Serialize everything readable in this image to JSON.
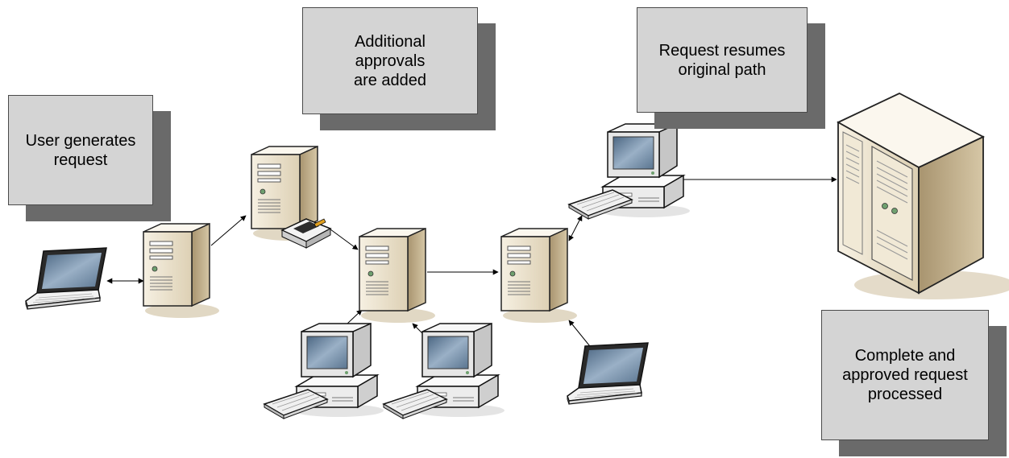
{
  "callouts": {
    "user": "User generates\nrequest",
    "additional": "Additional\napprovals\nare added",
    "resumes": "Request resumes\noriginal path",
    "complete": "Complete and\napproved request\nprocessed"
  },
  "colors": {
    "callout_fill": "#d4d4d4",
    "callout_shadow": "#6a6a6a",
    "tower_face": "#ede3cf",
    "tower_side": "#b7a582",
    "mainframe_face": "#efe6d2",
    "screen": "#6f8aa6",
    "connector": "#000000"
  },
  "icons": [
    "laptop-icon",
    "server-icon",
    "workstation-icon",
    "keyboard-icon",
    "mainframe-icon",
    "printer-icon"
  ]
}
